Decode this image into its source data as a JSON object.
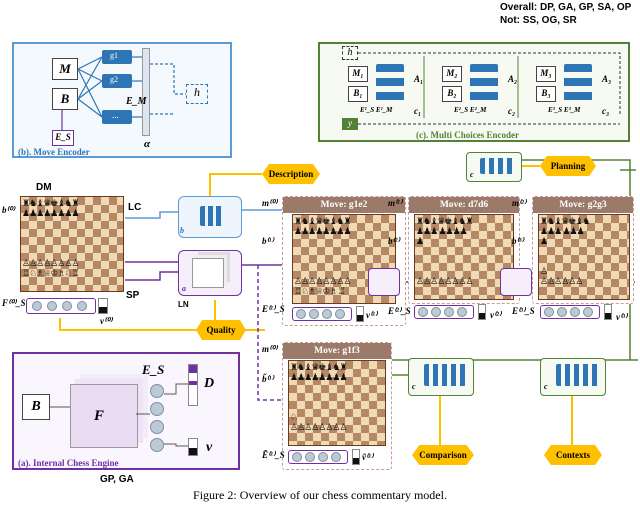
{
  "overall": {
    "line1": "Overall: DP, GA, GP, SA, OP",
    "line2": "Not: SS, OG, SR"
  },
  "move_encoder": {
    "caption": "(b). Move Encoder",
    "m": "M",
    "b": "B",
    "es": "E_S",
    "em": "E_M",
    "alpha": "α",
    "h": "h",
    "g1": "g1",
    "g2": "g2",
    "dots": "..."
  },
  "multi_choice": {
    "caption": "(c). Multi Choices Encoder",
    "h": "h",
    "y": "y",
    "m1": "M₁",
    "b1": "B₁",
    "m2": "M₂",
    "b2": "B₂",
    "m3": "M₃",
    "b3": "B₃",
    "a1": "A₁",
    "a2": "A₂",
    "a3": "A₃",
    "c1": "c₁",
    "c2": "c₂",
    "c3": "c₃",
    "e1": "E¹_S E¹_M",
    "e2": "E²_S E²_M",
    "e3": "E³_S E³_M"
  },
  "engine": {
    "caption": "(a). Internal Chess Engine",
    "b": "B",
    "f": "F",
    "es": "E_S",
    "d": "D",
    "v": "v",
    "below": "GP, GA"
  },
  "left": {
    "dm": "DM",
    "lc": "LC",
    "sp": "SP",
    "b0": "b⁽⁰⁾",
    "fs0": "F⁽⁰⁾_S",
    "v0": "v⁽⁰⁾",
    "ln": "LN"
  },
  "tasks": {
    "description": "Description",
    "quality": "Quality",
    "planning": "Planning",
    "comparison": "Comparison",
    "contexts": "Contexts"
  },
  "moves": [
    {
      "title": "Move: g1e2",
      "m": "m⁽⁰⁾",
      "b": "b⁽¹⁾",
      "e": "E⁽¹⁾_S",
      "v": "v⁽¹⁾"
    },
    {
      "title": "Move: d7d6",
      "m": "m⁽¹⁾",
      "b": "b⁽²⁾",
      "e": "E⁽²⁾_S",
      "v": "v⁽²⁾"
    },
    {
      "title": "Move: g2g3",
      "m": "m⁽²⁾",
      "b": "b⁽³⁾",
      "e": "E⁽³⁾_S",
      "v": "v⁽³⁾"
    },
    {
      "title": "Move: g1f3",
      "m": "m⁽⁰⁾",
      "b": "b̃⁽¹⁾",
      "e": "Ẽ⁽¹⁾_S",
      "v": "ṽ⁽¹⁾"
    }
  ],
  "small_labels": {
    "b_small": "b",
    "a_small": "a",
    "c_small": "c",
    "cy": "c"
  },
  "caption": "Figure 2: Overview of our chess commentary model.",
  "colors": {
    "blue": "#5b9bd5",
    "green": "#548235",
    "purple": "#7030a0",
    "gold": "#ffc000"
  }
}
